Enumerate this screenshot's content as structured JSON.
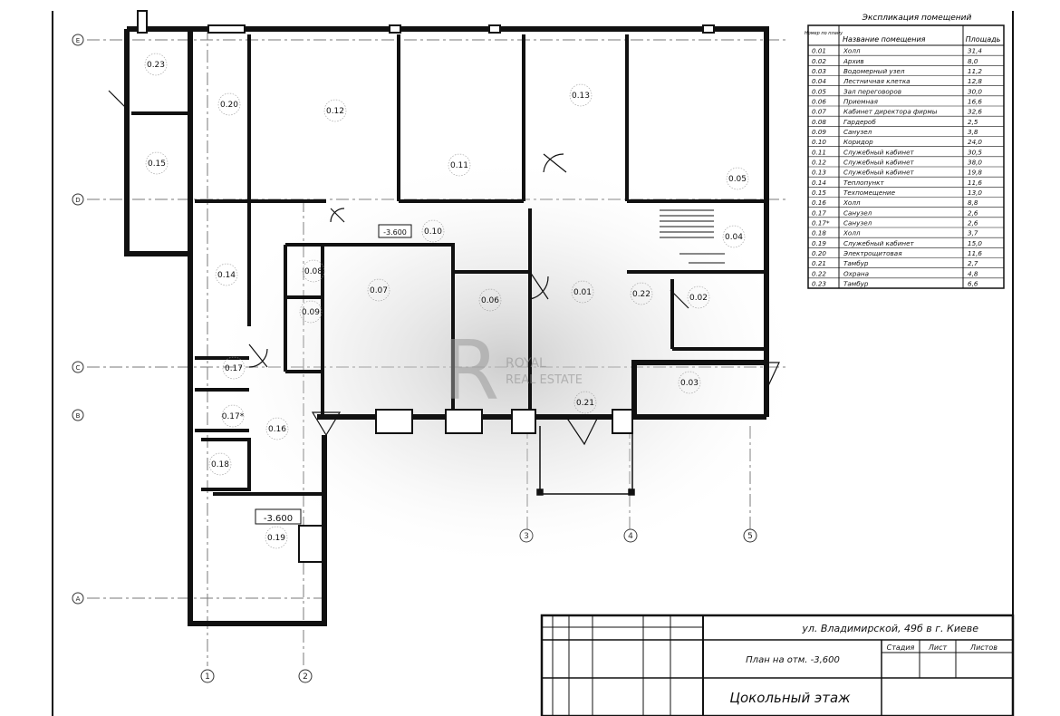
{
  "plan": {
    "levels": [
      "-3.600",
      "-3.600"
    ],
    "watermark": {
      "line1": "ROYAL",
      "line2": "REAL ESTATE"
    },
    "axes_letters": [
      "E",
      "D",
      "C",
      "B",
      "A"
    ],
    "axes_numbers": [
      "1",
      "2",
      "3",
      "4",
      "5"
    ],
    "room_labels": [
      "0.01",
      "0.02",
      "0.03",
      "0.04",
      "0.05",
      "0.06",
      "0.07",
      "0.08",
      "0.09",
      "0.10",
      "0.11",
      "0.12",
      "0.13",
      "0.14",
      "0.15",
      "0.16",
      "0.17",
      "0.17*",
      "0.18",
      "0.19",
      "0.20",
      "0.21",
      "0.22",
      "0.23"
    ]
  },
  "explication": {
    "title": "Экспликация помещений",
    "headers": {
      "num": "Номер по плану",
      "name": "Название помещения",
      "area": "Площадь"
    },
    "rows": [
      {
        "num": "0.01",
        "name": "Холл",
        "area": "31,4"
      },
      {
        "num": "0.02",
        "name": "Архив",
        "area": "8,0"
      },
      {
        "num": "0.03",
        "name": "Водомерный узел",
        "area": "11,2"
      },
      {
        "num": "0.04",
        "name": "Лестничная клетка",
        "area": "12,8"
      },
      {
        "num": "0.05",
        "name": "Зал переговоров",
        "area": "30,0"
      },
      {
        "num": "0.06",
        "name": "Приемная",
        "area": "16,6"
      },
      {
        "num": "0.07",
        "name": "Кабинет директора фирмы",
        "area": "32,6"
      },
      {
        "num": "0.08",
        "name": "Гардероб",
        "area": "2,5"
      },
      {
        "num": "0.09",
        "name": "Санузел",
        "area": "3,8"
      },
      {
        "num": "0.10",
        "name": "Коридор",
        "area": "24,0"
      },
      {
        "num": "0.11",
        "name": "Служебный кабинет",
        "area": "30,5"
      },
      {
        "num": "0.12",
        "name": "Служебный кабинет",
        "area": "38,0"
      },
      {
        "num": "0.13",
        "name": "Служебный кабинет",
        "area": "19,8"
      },
      {
        "num": "0.14",
        "name": "Теплопункт",
        "area": "11,6"
      },
      {
        "num": "0.15",
        "name": "Техпомещение",
        "area": "13,0"
      },
      {
        "num": "0.16",
        "name": "Холл",
        "area": "8,8"
      },
      {
        "num": "0.17",
        "name": "Санузел",
        "area": "2,6"
      },
      {
        "num": "0.17*",
        "name": "Санузел",
        "area": "2,6"
      },
      {
        "num": "0.18",
        "name": "Холл",
        "area": "3,7"
      },
      {
        "num": "0.19",
        "name": "Служебный кабинет",
        "area": "15,0"
      },
      {
        "num": "0.20",
        "name": "Электрощитовая",
        "area": "11,6"
      },
      {
        "num": "0.21",
        "name": "Тамбур",
        "area": "2,7"
      },
      {
        "num": "0.22",
        "name": "Охрана",
        "area": "4,8"
      },
      {
        "num": "0.23",
        "name": "Тамбур",
        "area": "6,6"
      }
    ]
  },
  "title_block": {
    "address": "ул. Владимирской, 49б в г. Киеве",
    "plan_name": "План на отм. -3,600",
    "stage_label": "Стадия",
    "sheet_label": "Лист",
    "sheets_label": "Листов",
    "drawing_title": "Цокольный этаж"
  },
  "colors": {
    "ink": "#1a1a1a",
    "grid": "#7a7a7a",
    "paper": "#ffffff"
  }
}
